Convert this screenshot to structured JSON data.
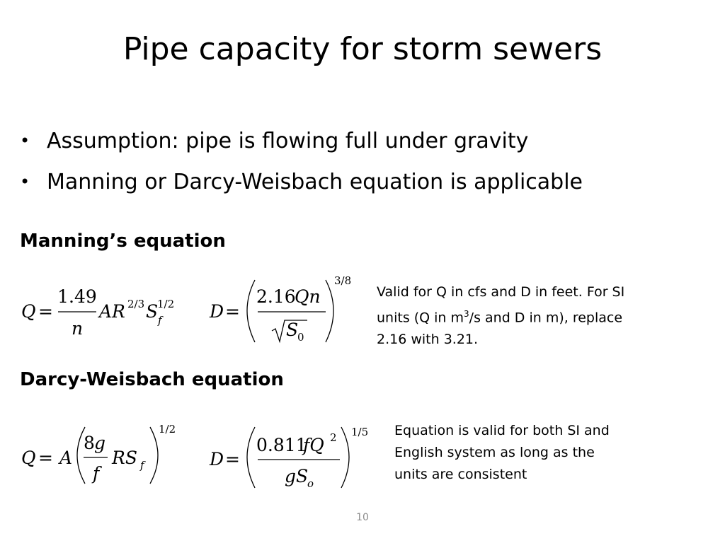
{
  "slide": {
    "title": "Pipe capacity for storm sewers",
    "bullets": [
      "Assumption: pipe is flowing full under gravity",
      "Manning or Darcy-Weisbach equation is applicable"
    ],
    "page_number": "10"
  },
  "manning": {
    "heading": "Manning’s equation",
    "eq1": {
      "lhs": "Q",
      "op": "=",
      "numerator": "1.49",
      "denominator": "n",
      "term_a": "AR",
      "exp_a": "2/3",
      "term_s": "S",
      "exp_s": "1/2",
      "sub_s": "f"
    },
    "eq2": {
      "lhs": "D",
      "op": "=",
      "numerator_coeff": "2.16",
      "numerator_vars": "Qn",
      "denominator_var": "S",
      "denominator_sub": "0",
      "exponent": "3/8"
    },
    "note": {
      "line1": "Valid for Q in cfs and D in feet. For SI",
      "line2_pre": "units (Q in m",
      "line2_sup": "3",
      "line2_post": "/s and D in m), replace",
      "line3": "2.16 with 3.21."
    }
  },
  "darcy": {
    "heading": "Darcy-Weisbach equation",
    "eq1": {
      "lhs": "Q",
      "op": "=",
      "factor": "A",
      "numerator_coeff": "8",
      "numerator_var": "g",
      "denominator": "f",
      "term": "RS",
      "term_sub": "f",
      "exponent": "1/2"
    },
    "eq2": {
      "lhs": "D",
      "op": "=",
      "numerator_coeff": "0.811",
      "numerator_vars": "fQ",
      "numerator_exp": "2",
      "denominator_var": "gS",
      "denominator_sub": "o",
      "exponent": "1/5"
    },
    "note": {
      "line1": "Equation is valid for both SI and",
      "line2": "English system as long as the",
      "line3": "units are consistent"
    }
  }
}
